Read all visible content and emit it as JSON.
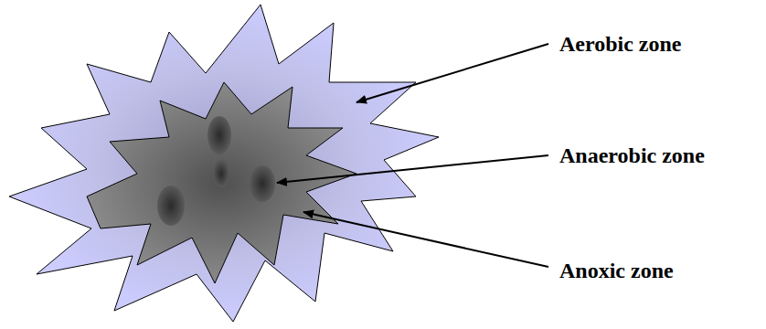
{
  "diagram": {
    "labels": [
      "Aerobic zone",
      "Anaerobic zone",
      "Anoxic zone"
    ]
  }
}
